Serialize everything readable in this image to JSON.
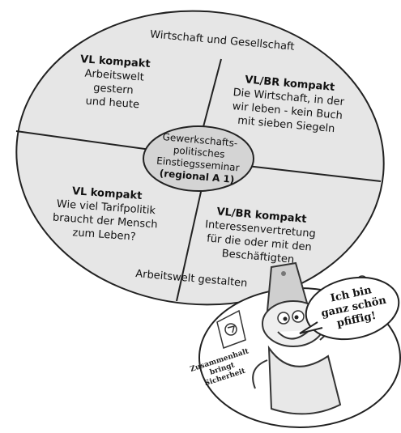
{
  "top_label": "Wirtschaft und Gesellschaft",
  "bottom_label": "Arbeitswelt gestalten",
  "quadrants": {
    "top_left": {
      "heading": "VL kompakt",
      "lines": [
        "Arbeitswelt",
        "gestern",
        "und heute"
      ]
    },
    "top_right": {
      "heading": "VL/BR kompakt",
      "lines": [
        "Die Wirtschaft, in der",
        "wir leben - kein Buch",
        "mit sieben Siegeln"
      ]
    },
    "bottom_left": {
      "heading": "VL kompakt",
      "lines": [
        "Wie viel Tarifpolitik",
        "braucht der Mensch",
        "zum Leben?"
      ]
    },
    "bottom_right": {
      "heading": "VL/BR kompakt",
      "lines": [
        "Interessenvertretung",
        "für die oder mit den",
        "Beschäftigten"
      ]
    }
  },
  "center": {
    "lines": [
      "Gewerkschafts-",
      "politisches",
      "Einstiegsseminar"
    ],
    "bold_line": "(regional A 1)"
  },
  "mascot": {
    "speech": [
      "Ich bin",
      "ganz schön",
      "pfiffig!"
    ],
    "motto": [
      "Zusammenhalt",
      "bringt",
      "Sicherheit"
    ],
    "logo_icon": "ig-metall-logo-icon"
  },
  "colors": {
    "ellipse_fill": "#e6e6e6",
    "center_fill": "#d4d4d4",
    "stroke": "#222222"
  }
}
